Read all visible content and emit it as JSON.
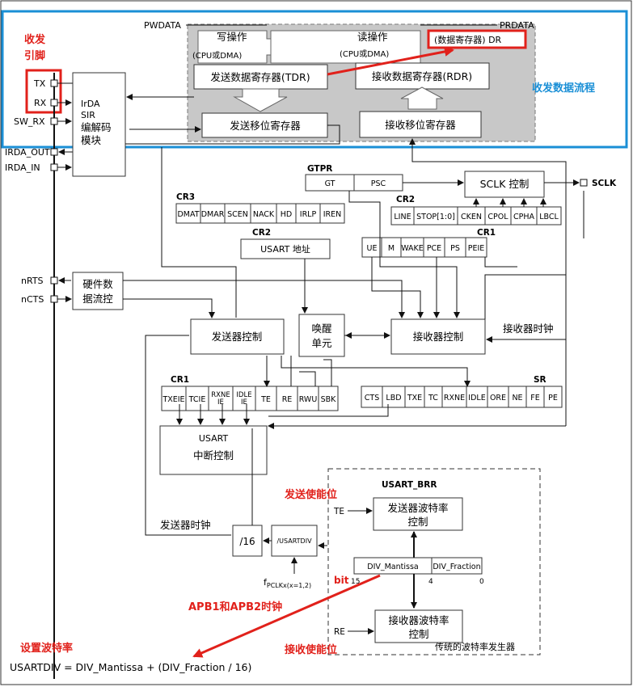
{
  "annotations": {
    "txrx_pins": "收发\n引脚",
    "data_flow": "收发数据流程",
    "tx_enable": "发送使能位",
    "rx_enable": "接收使能位",
    "bit": "bit",
    "apb": "APB1和APB2时钟",
    "set_baud": "设置波特率"
  },
  "colors": {
    "red": "#e1211b",
    "blue": "#1a8fd6",
    "gray_fill": "#c8c8c8"
  },
  "bus": {
    "pwdata": "PWDATA",
    "prdata": "PRDATA"
  },
  "ops": {
    "write": "写操作",
    "read": "读操作",
    "cpu_dma_l": "(CPU或DMA)",
    "cpu_dma_r": "(CPU或DMA)",
    "dr": "(数据寄存器) DR"
  },
  "regs": {
    "tdr": "发送数据寄存器(TDR)",
    "rdr": "接收数据寄存器(RDR)",
    "tx_shift": "发送移位寄存器",
    "rx_shift": "接收移位寄存器"
  },
  "pins": {
    "tx": "TX",
    "rx": "RX",
    "sw_rx": "SW_RX",
    "irda_out": "IRDA_OUT",
    "irda_in": "IRDA_IN",
    "nrts": "nRTS",
    "ncts": "nCTS",
    "sclk": "SCLK"
  },
  "irda": {
    "l1": "IrDA",
    "l2": "SIR",
    "l3": "编解码",
    "l4": "模块"
  },
  "hwflow": {
    "l1": "硬件数",
    "l2": "据流控"
  },
  "gtpr": {
    "title": "GTPR",
    "gt": "GT",
    "psc": "PSC"
  },
  "sclk_ctrl": "SCLK 控制",
  "cr3": {
    "title": "CR3",
    "bits": [
      "DMAT",
      "DMAR",
      "SCEN",
      "NACK",
      "HD",
      "IRLP",
      "IREN"
    ]
  },
  "cr2_top": {
    "title": "CR2",
    "bits": [
      "LINE",
      "STOP[1:0]",
      "CKEN",
      "CPOL",
      "CPHA",
      "LBCL"
    ]
  },
  "cr2_addr": {
    "title": "CR2",
    "text": "USART 地址"
  },
  "cr1_top": {
    "title": "CR1",
    "bits": [
      "UE",
      "M",
      "WAKE",
      "PCE",
      "PS",
      "PEIE"
    ]
  },
  "tx_ctrl": "发送器控制",
  "wake": {
    "l1": "唤醒",
    "l2": "单元"
  },
  "rx_ctrl": "接收器控制",
  "rx_clock": "接收器时钟",
  "cr1_bot": {
    "title": "CR1",
    "bits": [
      "TXEIE",
      "TCIE",
      "RXNE IE",
      "IDLE IE",
      "TE",
      "RE",
      "RWU",
      "SBK"
    ]
  },
  "sr": {
    "title": "SR",
    "bits": [
      "CTS",
      "LBD",
      "TXE",
      "TC",
      "RXNE",
      "IDLE",
      "ORE",
      "NE",
      "FE",
      "PE"
    ]
  },
  "usart_int": {
    "l1": "USART",
    "l2": "中断控制"
  },
  "brr": {
    "title": "USART_BRR",
    "mant": "DIV_Mantissa",
    "frac": "DIV_Fraction",
    "b15": "15",
    "b4": "4",
    "b0": "0"
  },
  "tx_clock": "发送器时钟",
  "div16": "/16",
  "usartdiv": "/USARTDIV",
  "fpclk": "f",
  "fpclk_sub": "PCLKx(x=1,2)",
  "te": "TE",
  "re": "RE",
  "tx_baud": {
    "l1": "发送器波特率",
    "l2": "控制"
  },
  "rx_baud": {
    "l1": "接收器波特率",
    "l2": "控制"
  },
  "gen": "传统的波特率发生器",
  "formula": "USARTDIV = DIV_Mantissa + (DIV_Fraction / 16)"
}
